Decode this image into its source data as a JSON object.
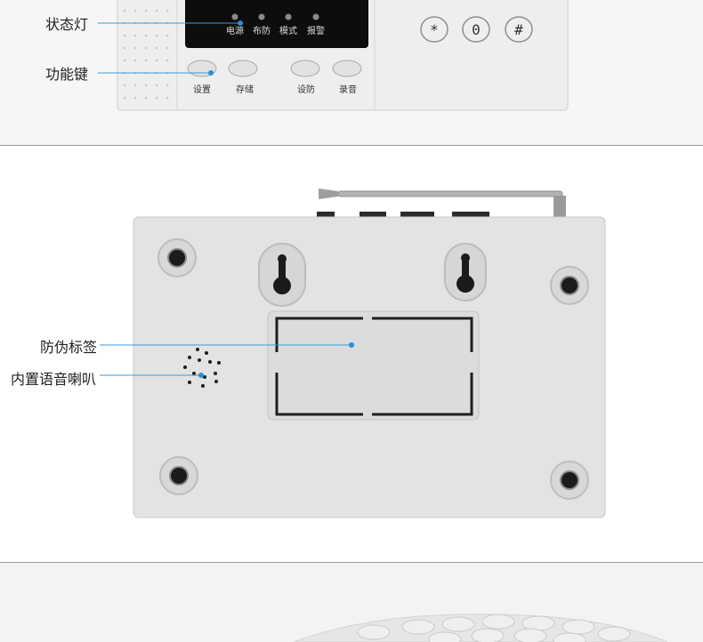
{
  "top_panel": {
    "callout_status_lights": "状态灯",
    "callout_function_keys": "功能键",
    "indicator_labels": [
      "电源",
      "布防",
      "模式",
      "报警"
    ],
    "function_key_labels": [
      "设置",
      "存储",
      "设防",
      "录音"
    ],
    "keypad_keys": [
      "*",
      "0",
      "#"
    ]
  },
  "bottom_view": {
    "callout_anti_counterfeit_label": "防伪标签",
    "callout_speaker": "内置语音喇叭"
  },
  "colors": {
    "callout_line": "#3a9bd8",
    "callout_dot": "#2a8fd6",
    "device_body": "#e3e3e3",
    "display": "#0d0d0d"
  }
}
